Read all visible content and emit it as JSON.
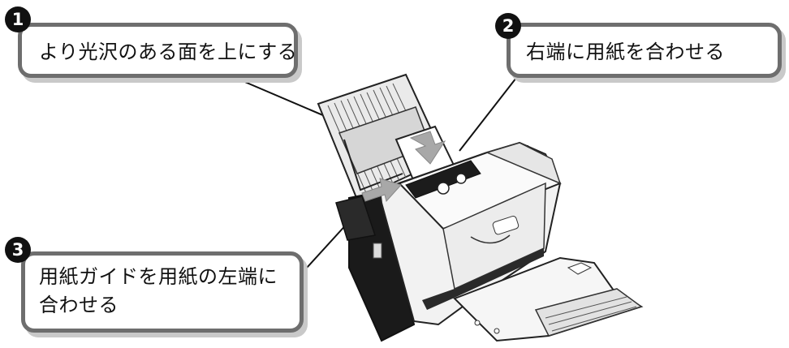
{
  "callouts": [
    {
      "number": "1",
      "lines": [
        "より光沢のある面を上にする"
      ]
    },
    {
      "number": "2",
      "lines": [
        "右端に用紙を合わせる"
      ]
    },
    {
      "number": "3",
      "lines": [
        "用紙ガイドを用紙の左端に",
        "合わせる"
      ]
    }
  ],
  "colors": {
    "callout_border": "#6e6e6e",
    "callout_shadow": "#c9c9c9",
    "arrow_gray": "#a8a8a8",
    "printer_body": "#f2f2f2",
    "printer_dark": "#1a1a1a"
  }
}
